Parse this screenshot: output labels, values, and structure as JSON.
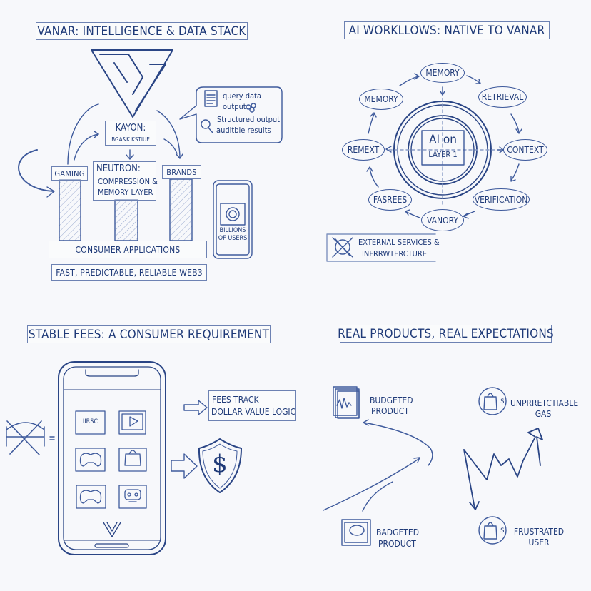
{
  "colors": {
    "ink": "#1f3a78",
    "line": "#3e5a9c",
    "background": "#f7f8fb"
  },
  "panel1": {
    "title": "VANAR: INTELLIGENCE & DATA STACK",
    "kayon": {
      "title": "KAYON:",
      "subtitle": "BGA&K KSTIUE"
    },
    "bubble": {
      "line1": "query data",
      "line2": "output",
      "line3": "Structured output",
      "line4": "auditble results"
    },
    "gaming": "GAMING",
    "neutron": {
      "line1": "NEUTRON:",
      "line2": "COMPRESSION &",
      "line3": "MEMORY LAYER"
    },
    "brands": "BRANDS",
    "phone": {
      "line1": "BILLIONS",
      "line2": "OF USERS"
    },
    "base": "CONSUMER APPLICATIONS",
    "tagline": "FAST, PREDICTABLE, RELIABLE WEB3"
  },
  "panel2": {
    "title": "AI WORKLLOWS: NATIVE TO VANAR",
    "center": {
      "line1": "AI on",
      "line2": "LAYER 1"
    },
    "nodes": [
      "MEMORY",
      "RETRIEVAL",
      "CONTEXT",
      "VERIFICATION",
      "VANORY",
      "FASREES",
      "REMEXT",
      "MEMORY"
    ],
    "external": {
      "line1": "EXTERNAL SERVICES &",
      "line2": "INFRRWTERCTURE"
    }
  },
  "panel3": {
    "title": "STABLE FEES: A CONSUMER REQUIREMENT",
    "screen_label": "IIRSC",
    "fees": {
      "line1": "FEES TRACK",
      "line2": "DOLLAR VALUE LOGIC"
    },
    "shield_symbol": "$"
  },
  "panel4": {
    "title": "REAL PRODUCTS, REAL EXPECTATIONS",
    "budgeted": {
      "line1": "BUDGETED",
      "line2": "PRODUCT"
    },
    "unpredictable": {
      "line1": "UNPRRETCTIABLE",
      "line2": "GAS"
    },
    "badgeted": {
      "line1": "BADGETED",
      "line2": "PRODUCT"
    },
    "frustrated": {
      "line1": "FRUSTRATED",
      "line2": "USER"
    }
  }
}
